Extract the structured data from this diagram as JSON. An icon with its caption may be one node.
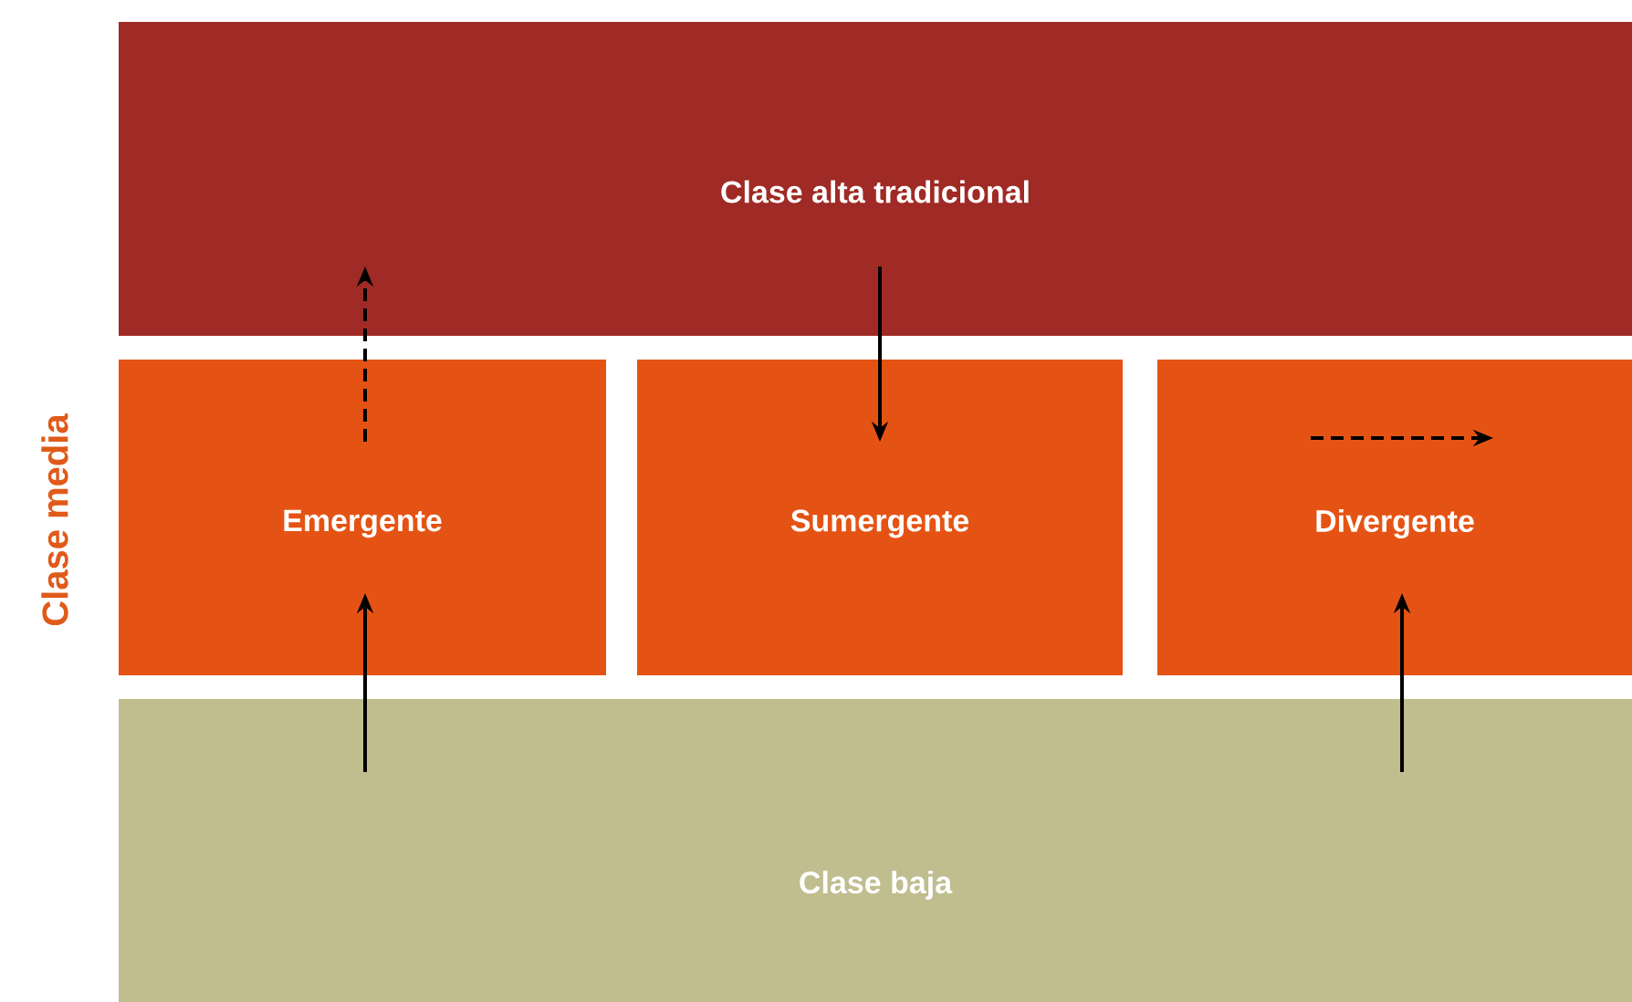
{
  "diagram": {
    "nodes": [
      {
        "text": [
          "Clase alta tradicional"
        ]
      },
      {
        "text": [
          "Emergente"
        ]
      },
      {
        "text": [
          "Sumergente"
        ]
      },
      {
        "text": [
          "Divergente"
        ]
      },
      {
        "text": [
          "Clase baja"
        ]
      }
    ],
    "edges": [
      {
        "from": 1,
        "to": 0,
        "arrow": "to",
        "style": "dashed"
      },
      {
        "from": 0,
        "to": 2,
        "arrow": "to"
      },
      {
        "from": 3,
        "to": null,
        "arrow": "to",
        "style": "dashed"
      },
      {
        "from": 4,
        "to": 1,
        "arrow": "to"
      },
      {
        "from": 4,
        "to": 3,
        "arrow": "to"
      }
    ],
    "labels": [
      "Clase media"
    ]
  }
}
